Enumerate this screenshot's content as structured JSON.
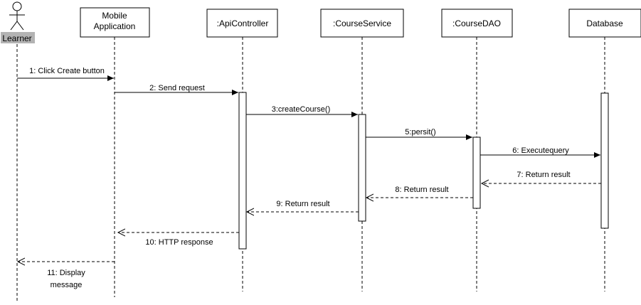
{
  "participants": [
    {
      "id": "learner",
      "label": "Learner",
      "kind": "actor"
    },
    {
      "id": "mobile",
      "label_lines": [
        "Mobile",
        "Application"
      ],
      "kind": "box"
    },
    {
      "id": "api",
      "label": ":ApiController",
      "kind": "box"
    },
    {
      "id": "service",
      "label": ":CourseService",
      "kind": "box"
    },
    {
      "id": "dao",
      "label": ":CourseDAO",
      "kind": "box"
    },
    {
      "id": "db",
      "label": "Database",
      "kind": "box"
    }
  ],
  "messages": [
    {
      "num": 1,
      "text": "1: Click Create button",
      "from": "learner",
      "to": "mobile",
      "style": "sync"
    },
    {
      "num": 2,
      "text": "2: Send request",
      "from": "mobile",
      "to": "api",
      "style": "sync"
    },
    {
      "num": 3,
      "text": "3:createCourse()",
      "from": "api",
      "to": "service",
      "style": "sync"
    },
    {
      "num": 5,
      "text": "5:persit()",
      "from": "service",
      "to": "dao",
      "style": "sync"
    },
    {
      "num": 6,
      "text": "6: Executequery",
      "from": "dao",
      "to": "db",
      "style": "sync"
    },
    {
      "num": 7,
      "text": "7: Return result",
      "from": "db",
      "to": "dao",
      "style": "return"
    },
    {
      "num": 8,
      "text": "8: Return result",
      "from": "dao",
      "to": "service",
      "style": "return"
    },
    {
      "num": 9,
      "text": "9: Return result",
      "from": "service",
      "to": "api",
      "style": "return"
    },
    {
      "num": 10,
      "text": "10: HTTP response",
      "from": "api",
      "to": "mobile",
      "style": "return"
    },
    {
      "num": 11,
      "text_lines": [
        "11: Display",
        "message"
      ],
      "from": "mobile",
      "to": "learner",
      "style": "return"
    }
  ],
  "colors": {
    "stroke": "#000000",
    "background": "#ffffff",
    "actor_label_bg": "#b3b3b3"
  }
}
